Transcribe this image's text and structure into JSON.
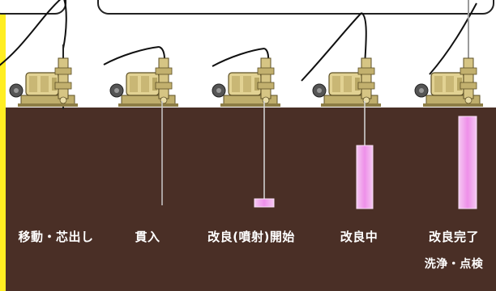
{
  "steps": [
    {
      "label": "移動・芯出し"
    },
    {
      "label": "貫入"
    },
    {
      "label": "改良(噴射)開始"
    },
    {
      "label": "改良中"
    },
    {
      "label": "改良完了",
      "sublabel": "洗浄・点検"
    }
  ],
  "colors": {
    "ground": "#4a2f26",
    "machine": "#d9c98a",
    "improved_column": "#f1a6ee",
    "strip": "#ffee22"
  }
}
